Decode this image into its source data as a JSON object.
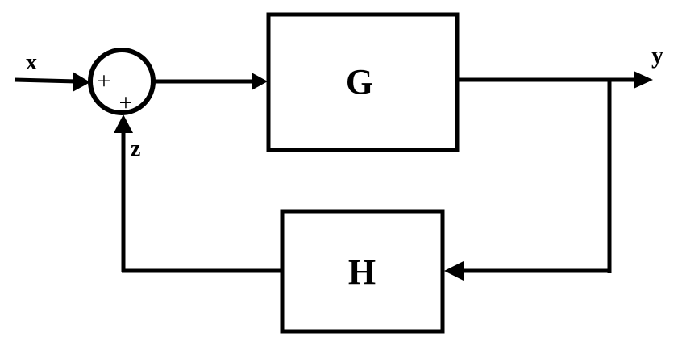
{
  "diagram": {
    "signals": {
      "input": "x",
      "output": "y",
      "feedback": "z"
    },
    "blocks": {
      "forward": "G",
      "feedback": "H"
    },
    "summing_junction": {
      "sign_input": "+",
      "sign_feedback": "+"
    },
    "colors": {
      "stroke": "#000000",
      "fill": "#ffffff"
    }
  }
}
